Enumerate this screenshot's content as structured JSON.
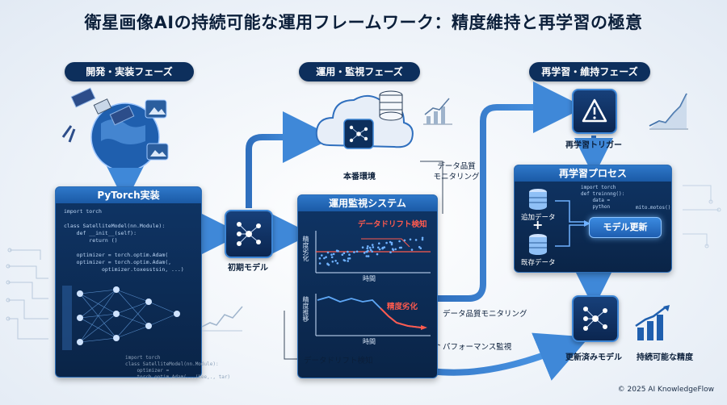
{
  "title": "衛星画像AIの持続可能な運用フレームワーク：精度維持と再学習の極意",
  "phases": {
    "dev": "開発・実装フェーズ",
    "ops": "運用・監視フェーズ",
    "retrain": "再学習・維持フェーズ"
  },
  "dev_panel": {
    "title": "PyTorch実装",
    "code": "import torch\n\nclass SatelliteModel(nn.Module):\n    def __init__(self):\n        return ()\n\n    optimizer = torch.optim.Adam(\n    optimizer = torch.optim.Adam(,\n            optimizer.toxesstsin, ...)",
    "faint_code": "import torch\nclass SatelliteModel(nn.Module):\n    optimizer =\n    torch.optim.Adam(...(kee,., tar)"
  },
  "initial_model": "初期モデル",
  "production_env": "本番環境",
  "data_quality_top": "データ品質\nモニタリング",
  "monitor_panel": {
    "title": "運用監視システム",
    "chart1_alert": "データドリフト検知",
    "chart1_ylabel": "精度劣化",
    "chart1_xlabel": "時間",
    "chart2_alert": "精度劣化",
    "chart2_ylabel": "精度推移",
    "chart2_xlabel": "時間"
  },
  "callouts": {
    "data_quality": "データ品質モニタリング",
    "performance": "パフォーマンス監視",
    "drift": "データドリフト検知"
  },
  "retrain_trigger": "再学習トリガー",
  "retrain_panel": {
    "title": "再学習プロセス",
    "new_data": "追加データ",
    "existing_data": "既存データ",
    "plus": "+",
    "button": "モデル更新",
    "code": "import torch\ndef treinnng():\n    data =\n    python\n\n    m = toskeep()\n    return mexottoos(s)",
    "code_right": "mito.motos()"
  },
  "updated_model": "更新済みモデル",
  "sustainable_accuracy": "持続可能な精度",
  "footer": "© 2025 AI KnowledgeFlow",
  "colors": {
    "navy": "#0d2f5c",
    "accent_blue": "#2f78c9",
    "alert_red": "#ff5a4e"
  }
}
